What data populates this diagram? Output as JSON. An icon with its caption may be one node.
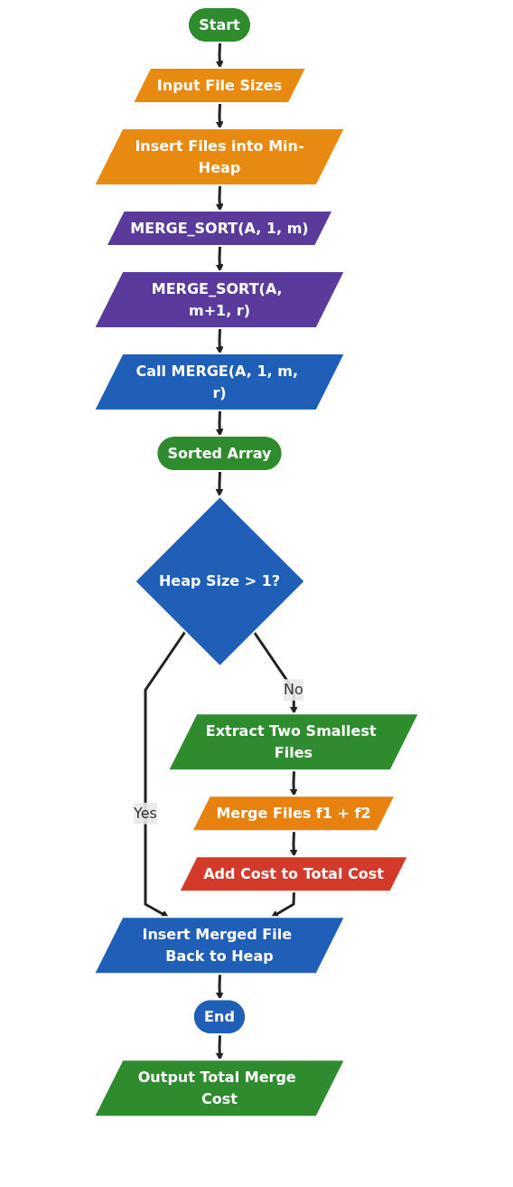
{
  "diagram": {
    "nodes": [
      {
        "text": [
          "Start"
        ]
      },
      {
        "text": [
          "Input File Sizes"
        ]
      },
      {
        "text": [
          "Insert Files into Min-Heap"
        ]
      },
      {
        "text": [
          "MERGE_SORT(A, 1, m)"
        ]
      },
      {
        "text": [
          "MERGE_SORT(A, m+1, r)"
        ]
      },
      {
        "text": [
          "Call MERGE(A, 1, m, r)"
        ]
      },
      {
        "text": [
          "Sorted Array"
        ]
      },
      {
        "text": [
          "Heap Size > 1?"
        ]
      },
      {
        "text": [
          "Extract Two Smallest Files"
        ]
      },
      {
        "text": [
          "Merge Files f1 + f2"
        ]
      },
      {
        "text": [
          "Add Cost to Total Cost"
        ]
      },
      {
        "text": [
          "Insert Merged File Back to Heap"
        ]
      },
      {
        "text": [
          "End"
        ]
      },
      {
        "text": [
          "Output Total Merge Cost"
        ]
      }
    ],
    "edges": [
      {
        "from": 0,
        "to": 1,
        "arrow": "to"
      },
      {
        "from": 1,
        "to": 2,
        "arrow": "to"
      },
      {
        "from": 2,
        "to": 3,
        "arrow": "to"
      },
      {
        "from": 3,
        "to": 4,
        "arrow": "to"
      },
      {
        "from": 4,
        "to": 5,
        "arrow": "to"
      },
      {
        "from": 5,
        "to": 6,
        "arrow": "to"
      },
      {
        "from": 6,
        "to": 7,
        "arrow": "to"
      },
      {
        "from": 7,
        "to": 11,
        "arrow": "to",
        "label": "Yes"
      },
      {
        "from": 7,
        "to": 8,
        "arrow": "to",
        "label": "No"
      },
      {
        "from": 8,
        "to": 9,
        "arrow": "to"
      },
      {
        "from": 9,
        "to": 10,
        "arrow": "to"
      },
      {
        "from": 10,
        "to": 11,
        "arrow": "to"
      },
      {
        "from": 11,
        "to": 12,
        "arrow": "to"
      },
      {
        "from": 12,
        "to": 13,
        "arrow": "to"
      }
    ]
  }
}
